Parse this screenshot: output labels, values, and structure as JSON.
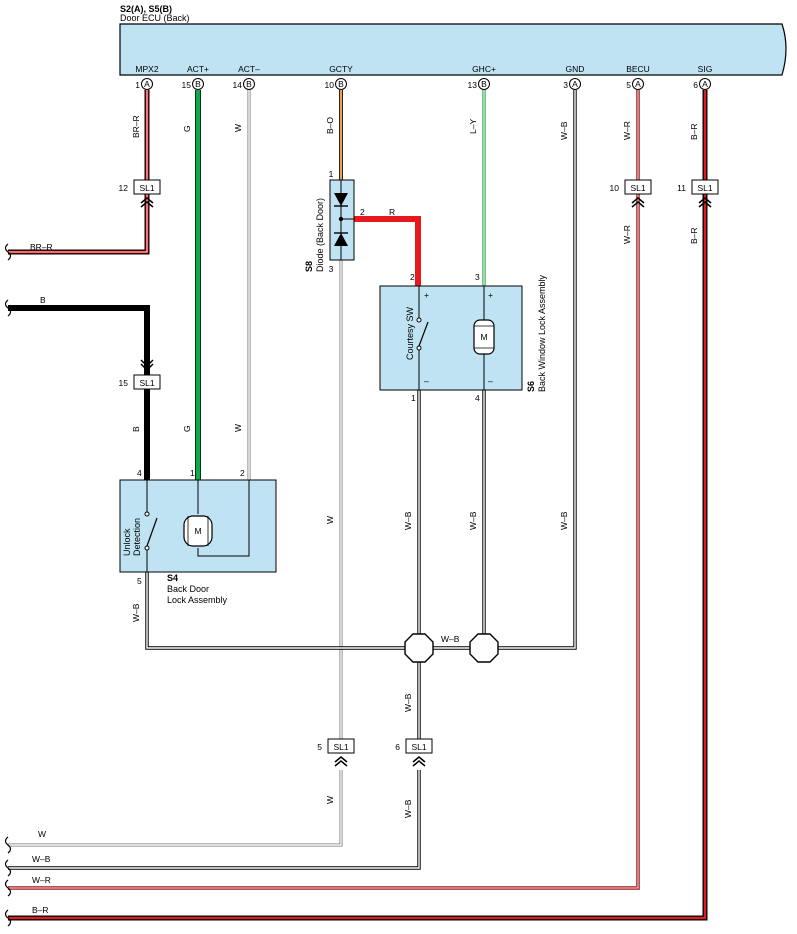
{
  "ecu": {
    "id": "S2(A), S5(B)",
    "name": "Door ECU (Back)",
    "terminals": [
      {
        "label": "MPX2",
        "pin": "1",
        "conn": "A"
      },
      {
        "label": "ACT+",
        "pin": "15",
        "conn": "B"
      },
      {
        "label": "ACT–",
        "pin": "14",
        "conn": "B"
      },
      {
        "label": "GCTY",
        "pin": "10",
        "conn": "B"
      },
      {
        "label": "GHC+",
        "pin": "13",
        "conn": "B"
      },
      {
        "label": "GND",
        "pin": "3",
        "conn": "A"
      },
      {
        "label": "BECU",
        "pin": "5",
        "conn": "A"
      },
      {
        "label": "SIG",
        "pin": "6",
        "conn": "A"
      }
    ]
  },
  "junctions": [
    {
      "pin": "12",
      "label": "SL1"
    },
    {
      "pin": "15",
      "label": "SL1"
    },
    {
      "pin": "10",
      "label": "SL1"
    },
    {
      "pin": "11",
      "label": "SL1"
    },
    {
      "pin": "5",
      "label": "SL1"
    },
    {
      "pin": "6",
      "label": "SL1"
    }
  ],
  "wires": {
    "mpx2": "BR–R",
    "mpx2_out": "BR–R",
    "b_in": "B",
    "b_down": "B",
    "act_plus_top": "G",
    "act_plus_bottom": "G",
    "act_minus_top": "W",
    "act_minus_bottom": "W",
    "gcty": "B–O",
    "diode_out": "R",
    "ghc": "L–Y",
    "gnd": "W–B",
    "becu_top": "W–R",
    "becu_bottom": "W–R",
    "sig_top": "B–R",
    "sig_bottom": "B–R",
    "s4_gnd": "W–B",
    "gnd_bus": "W–B",
    "s6_pin1": "W–B",
    "s6_pin4": "W–B",
    "diode3_w": "W",
    "splice_down": "W–B",
    "sl6_down": "W–B",
    "sl5_down": "W",
    "out_w": "W",
    "out_wb": "W–B",
    "out_wr": "W–R",
    "out_br": "B–R"
  },
  "diode": {
    "id": "S8",
    "name": "Diode (Back Door)",
    "pins": {
      "p1": "1",
      "p2": "2",
      "p3": "3"
    }
  },
  "s6": {
    "id": "S6",
    "name": "Back Window Lock Assembly",
    "switch_label": "Courtesy SW",
    "motor": "M",
    "plus": "+",
    "minus": "–",
    "pins": {
      "p2": "2",
      "p3": "3",
      "p1": "1",
      "p4": "4"
    }
  },
  "s4": {
    "id": "S4",
    "name_line1": "Back Door",
    "name_line2": "Lock Assembly",
    "switch_line1": "Unlock",
    "switch_line2": "Detection",
    "motor": "M",
    "pins": {
      "p4": "4",
      "p1": "1",
      "p2": "2",
      "p5": "5"
    }
  },
  "colors": {
    "panel": "#bfe3f3",
    "red": "#e8191d",
    "green": "#11a84b",
    "orange": "#e8a060",
    "blue": "#4fc3e8",
    "yellow": "#f4e100",
    "grey": "#9a9a9a"
  }
}
